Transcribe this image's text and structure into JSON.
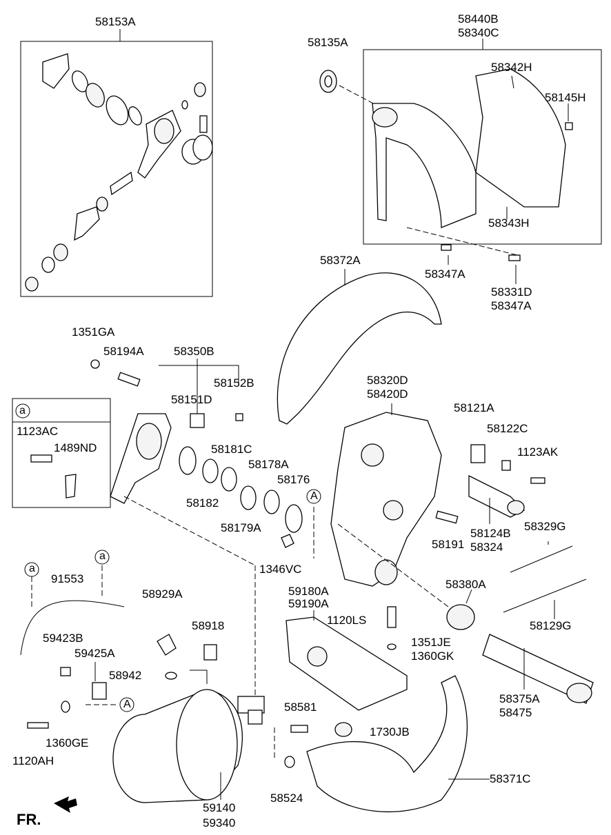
{
  "labels": {
    "p58153A": "58153A",
    "p58440B": "58440B",
    "p58340C": "58340C",
    "p58135A": "58135A",
    "p58342H": "58342H",
    "p58145H": "58145H",
    "p58343H": "58343H",
    "p58347A_1": "58347A",
    "p58331D": "58331D",
    "p58347A_2": "58347A",
    "p58372A": "58372A",
    "p1351GA": "1351GA",
    "p58194A": "58194A",
    "p58350B": "58350B",
    "p58152B": "58152B",
    "p58151D": "58151D",
    "p58320D": "58320D",
    "p58420D": "58420D",
    "p58121A": "58121A",
    "p58122C": "58122C",
    "p1123AK": "1123AK",
    "inset_a": "a",
    "p1123AC": "1123AC",
    "p1489ND": "1489ND",
    "p58181C": "58181C",
    "p58178A": "58178A",
    "p58176": "58176",
    "ref_A_1": "A",
    "p58182": "58182",
    "p58179A": "58179A",
    "p58124B": "58124B",
    "p58324": "58324",
    "p58329G": "58329G",
    "p58191": "58191",
    "p1346VC": "1346VC",
    "ref_a_1": "a",
    "ref_a_2": "a",
    "p91553": "91553",
    "p58929A": "58929A",
    "p59180A": "59180A",
    "p59190A": "59190A",
    "p58380A": "58380A",
    "p58918": "58918",
    "p1120LS": "1120LS",
    "p58129G": "58129G",
    "p59423B": "59423B",
    "p59425A": "59425A",
    "p1351JE": "1351JE",
    "p1360GK": "1360GK",
    "p58942": "58942",
    "ref_A_2": "A",
    "p58581": "58581",
    "p58375A": "58375A",
    "p58475": "58475",
    "p1730JB": "1730JB",
    "p1360GE": "1360GE",
    "p1120AH": "1120AH",
    "p58371C": "58371C",
    "p59140": "59140",
    "p59340": "59340",
    "p58524": "58524",
    "fr": "FR."
  }
}
